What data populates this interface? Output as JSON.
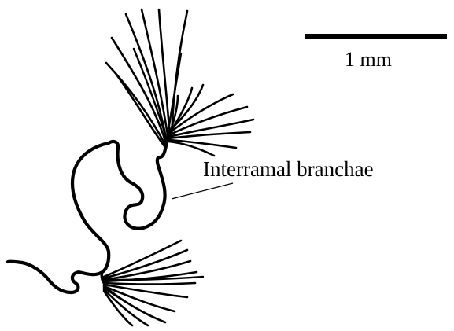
{
  "scale_bar": {
    "label": "1 mm"
  },
  "annotations": [
    {
      "text": "Interramal branchae",
      "target": "interramal-branchiae"
    }
  ]
}
